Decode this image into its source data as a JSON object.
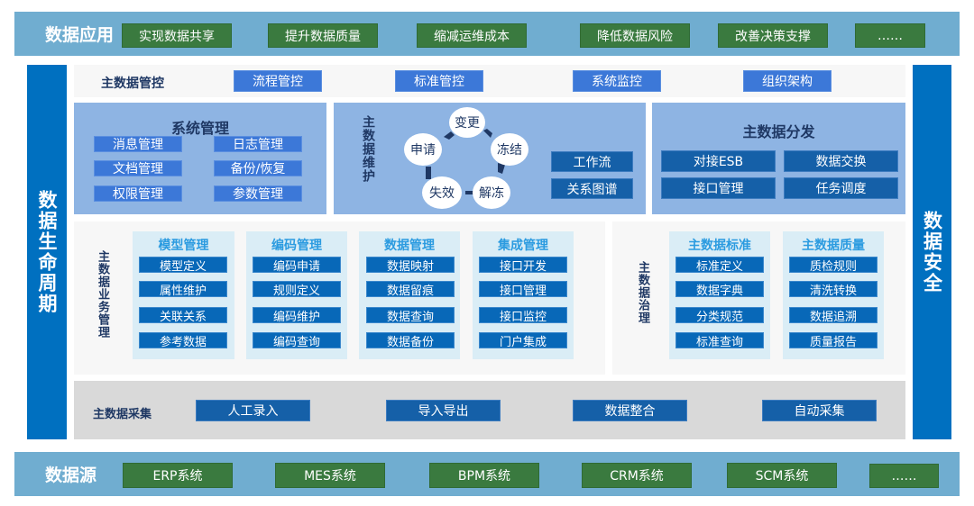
{
  "top_band": {
    "title": "数据应用",
    "items": [
      "实现数据共享",
      "提升数据质量",
      "缩减运维成本",
      "降低数据风险",
      "改善决策支撑",
      "……"
    ]
  },
  "left_side": {
    "label": "数据生命周期"
  },
  "right_side": {
    "label": "数据安全"
  },
  "control": {
    "title": "主数据管控",
    "items": [
      "流程管控",
      "标准管控",
      "系统监控",
      "组织架构"
    ]
  },
  "system_mgmt": {
    "title": "系统管理",
    "items": [
      "消息管理",
      "日志管理",
      "文档管理",
      "备份/恢复",
      "权限管理",
      "参数管理"
    ]
  },
  "maintenance": {
    "title": "主数据维护",
    "cycle": [
      "变更",
      "冻结",
      "解冻",
      "失效",
      "申请"
    ],
    "items": [
      "工作流",
      "关系图谱"
    ]
  },
  "distribution": {
    "title": "主数据分发",
    "items": [
      "对接ESB",
      "数据交换",
      "接口管理",
      "任务调度"
    ]
  },
  "business": {
    "title": "主数据业务管理",
    "groups": [
      {
        "title": "模型管理",
        "items": [
          "模型定义",
          "属性维护",
          "关联关系",
          "参考数据"
        ]
      },
      {
        "title": "编码管理",
        "items": [
          "编码申请",
          "规则定义",
          "编码维护",
          "编码查询"
        ]
      },
      {
        "title": "数据管理",
        "items": [
          "数据映射",
          "数据留痕",
          "数据查询",
          "数据备份"
        ]
      },
      {
        "title": "集成管理",
        "items": [
          "接口开发",
          "接口管理",
          "接口监控",
          "门户集成"
        ]
      }
    ]
  },
  "governance": {
    "title": "主数据治理",
    "groups": [
      {
        "title": "主数据标准",
        "items": [
          "标准定义",
          "数据字典",
          "分类规范",
          "标准查询"
        ]
      },
      {
        "title": "主数据质量",
        "items": [
          "质检规则",
          "清洗转换",
          "数据追溯",
          "质量报告"
        ]
      }
    ]
  },
  "collection": {
    "title": "主数据采集",
    "items": [
      "人工录入",
      "导入导出",
      "数据整合",
      "自动采集"
    ]
  },
  "bottom_band": {
    "title": "数据源",
    "items": [
      "ERP系统",
      "MES系统",
      "BPM系统",
      "CRM系统",
      "SCM系统",
      "……"
    ]
  }
}
